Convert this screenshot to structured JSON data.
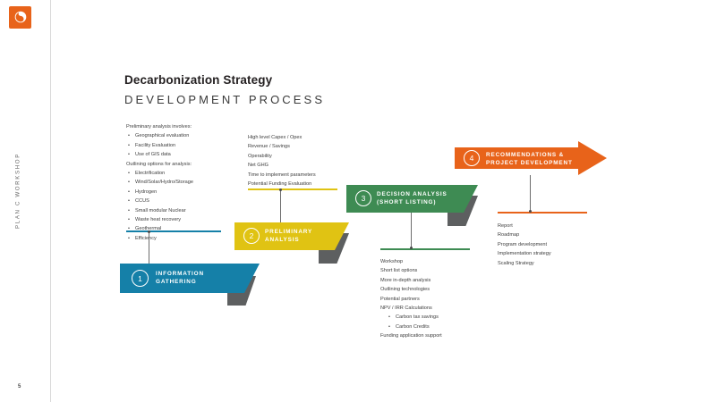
{
  "rail": {
    "logo_name": "plan-c-logo",
    "label": "PLAN C WORKSHOP",
    "page_number": "5"
  },
  "header": {
    "title": "Decarbonization Strategy",
    "subtitle": "DEVELOPMENT PROCESS"
  },
  "colors": {
    "blue": "#1580A8",
    "yellow": "#E0C313",
    "green": "#3E8B53",
    "orange": "#E8631A",
    "shadow_gray": "#5D5F60",
    "text": "#3D3D3D"
  },
  "steps": [
    {
      "number": "1",
      "label_line1": "INFORMATION",
      "label_line2": "GATHERING",
      "color": "#1580A8"
    },
    {
      "number": "2",
      "label_line1": "PRELIMINARY",
      "label_line2": "ANALYSIS",
      "color": "#E0C313"
    },
    {
      "number": "3",
      "label_line1": "DECISION ANALYSIS",
      "label_line2": "(SHORT LISTING)",
      "color": "#3E8B53"
    },
    {
      "number": "4",
      "label_line1": "RECOMMENDATIONS &",
      "label_line2": "PROJECT DEVELOPMENT",
      "color": "#E8631A"
    }
  ],
  "blocks": [
    {
      "id": "information-gathering-details",
      "items": [
        {
          "text": "Preliminary analysis involves:",
          "level": 0
        },
        {
          "text": "Geographical evaluation",
          "level": 1
        },
        {
          "text": "Facility Evaluation",
          "level": 1
        },
        {
          "text": "Use of GIS data",
          "level": 1
        },
        {
          "text": "Outlining options for analysis:",
          "level": 0
        },
        {
          "text": "Electrification",
          "level": 1
        },
        {
          "text": "Wind/Solar/Hydro/Storage",
          "level": 1
        },
        {
          "text": "Hydrogen",
          "level": 1
        },
        {
          "text": "CCUS",
          "level": 1
        },
        {
          "text": "Small modular Nuclear",
          "level": 1
        },
        {
          "text": "Waste heat recovery",
          "level": 1
        },
        {
          "text": "Geothermal",
          "level": 1
        },
        {
          "text": "Efficiency",
          "level": 1
        }
      ]
    },
    {
      "id": "preliminary-analysis-details",
      "items": [
        {
          "text": "High level Capex / Opex",
          "level": 0
        },
        {
          "text": "Revenue / Savings",
          "level": 0
        },
        {
          "text": "Operability",
          "level": 0
        },
        {
          "text": "Net GHG",
          "level": 0
        },
        {
          "text": "Time to implement parameters",
          "level": 0
        },
        {
          "text": "Potential Funding Evaluation",
          "level": 0
        }
      ]
    },
    {
      "id": "decision-analysis-details",
      "items": [
        {
          "text": "Workshop",
          "level": 0
        },
        {
          "text": "Short list options",
          "level": 0
        },
        {
          "text": "More in-depth analysis",
          "level": 0
        },
        {
          "text": "Outlining technologies",
          "level": 0
        },
        {
          "text": "Potential partners",
          "level": 0
        },
        {
          "text": "NPV / IRR Calculations",
          "level": 0
        },
        {
          "text": "Carbon tax savings",
          "level": 2
        },
        {
          "text": "Carbon Credits",
          "level": 2
        },
        {
          "text": "Funding application support",
          "level": 0
        }
      ]
    },
    {
      "id": "recommendations-details",
      "items": [
        {
          "text": "Report",
          "level": 0
        },
        {
          "text": "Roadmap",
          "level": 0
        },
        {
          "text": "Program development",
          "level": 0
        },
        {
          "text": "Implementation strategy",
          "level": 0
        },
        {
          "text": "Scaling Strategy",
          "level": 0
        }
      ]
    }
  ]
}
